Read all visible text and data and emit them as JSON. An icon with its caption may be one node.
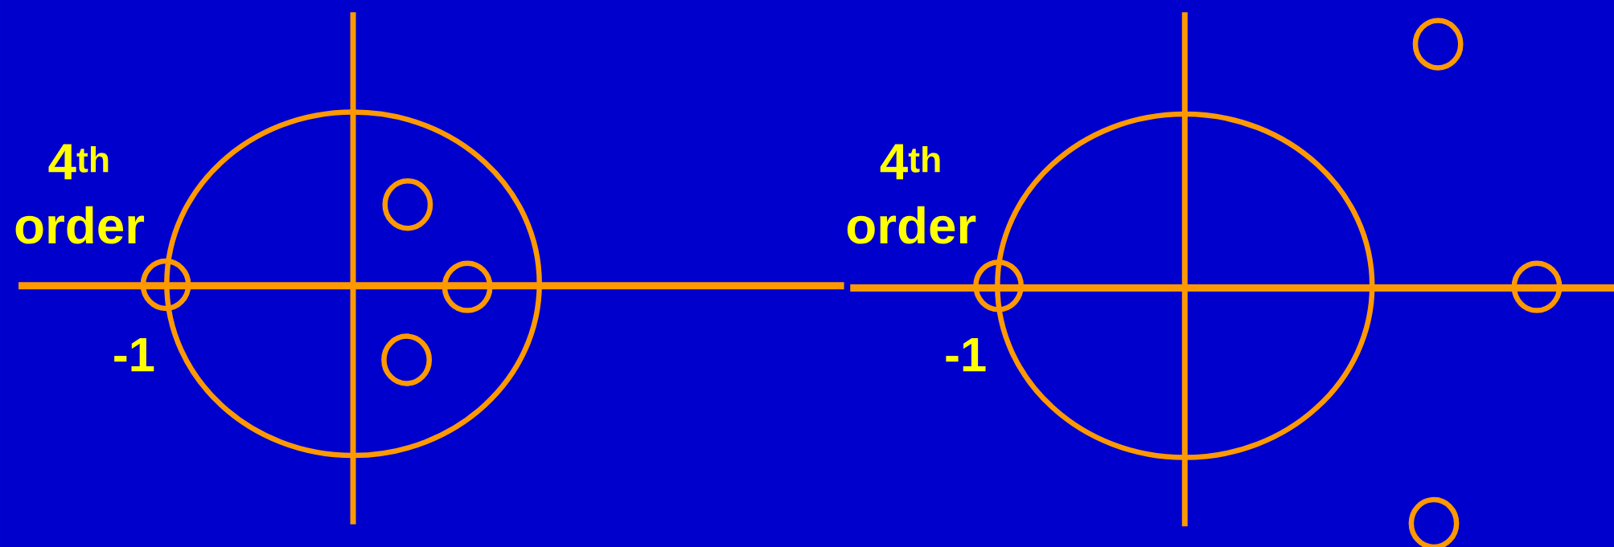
{
  "diagram": {
    "labels": [
      "4$^{th}$ order",
      "-1",
      "4$^{th}$ order",
      "-1"
    ]
  }
}
